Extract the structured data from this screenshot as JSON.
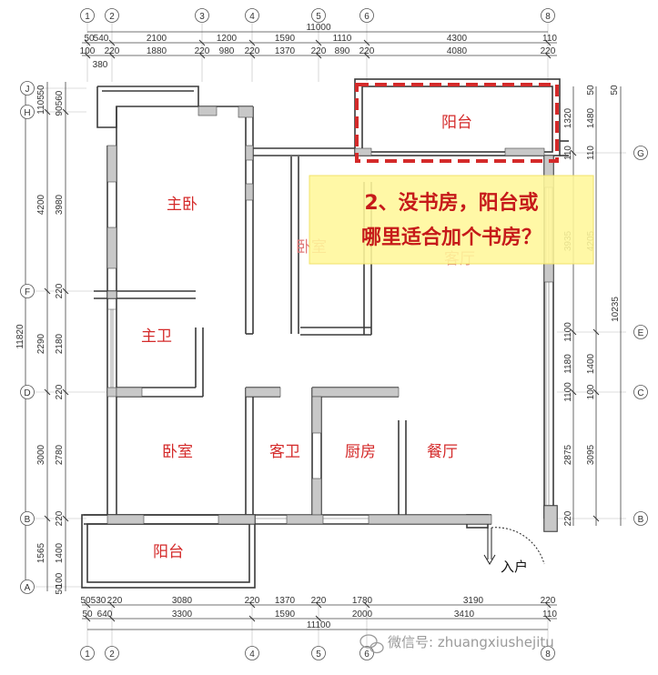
{
  "rooms": {
    "master_bedroom": "主卧",
    "master_bath": "主卫",
    "bedroom_lower": "卧室",
    "bedroom_upper": "卧室",
    "guest_bath": "客卫",
    "kitchen": "厨房",
    "dining": "餐厅",
    "living": "客厅",
    "balcony_top": "阳台",
    "balcony_bottom": "阳台",
    "entrance": "入户"
  },
  "callout": {
    "line1": "2、没书房，阳台或",
    "line2": "哪里适合加个书房？"
  },
  "watermark": "微信号: zhuangxiushejitu",
  "axes": {
    "top": [
      "1",
      "2",
      "3",
      "4",
      "5",
      "6",
      "8"
    ],
    "bottom": [
      "1",
      "2",
      "4",
      "5",
      "6",
      "8"
    ],
    "left": [
      "J",
      "H",
      "F",
      "D",
      "B",
      "A"
    ],
    "right": [
      "G",
      "E",
      "C",
      "B"
    ]
  },
  "dims": {
    "top_total": "11000",
    "top_row1": [
      "50",
      "540",
      "2100",
      "1200",
      "1590",
      "1110",
      "4300",
      "110"
    ],
    "top_row2": [
      "100",
      "220",
      "1880",
      "220",
      "980",
      "220",
      "1370",
      "220",
      "890",
      "220",
      "4080",
      "220"
    ],
    "top_row3": "380",
    "bottom_row1": [
      "50",
      "530",
      "220",
      "3080",
      "220",
      "1370",
      "220",
      "1780",
      "3190",
      "220"
    ],
    "bottom_row2": [
      "50",
      "640",
      "3300",
      "1590",
      "2000",
      "3410",
      "110"
    ],
    "bottom_total": "11100",
    "left_total": "11820",
    "left_outer": [
      "50",
      "1105",
      "4200",
      "2290",
      "3000",
      "1565"
    ],
    "left_inner": [
      "560",
      "90",
      "3980",
      "220",
      "2180",
      "220",
      "2780",
      "220",
      "1400",
      "100",
      "50"
    ],
    "right_total": "10235",
    "right_outer": [
      "50",
      "50",
      "1480",
      "110",
      "3935",
      "4205",
      "1100",
      "1180",
      "1400",
      "1100",
      "2875",
      "3095",
      "220"
    ],
    "right_inner": [
      "1320",
      "110",
      "100"
    ]
  },
  "colors": {
    "wall": "#4a4a4a",
    "wall_fill": "#c8c8c8",
    "room_text": "#d42a2a",
    "dash": "#d42a2a",
    "callout_bg": "#fff79a"
  }
}
